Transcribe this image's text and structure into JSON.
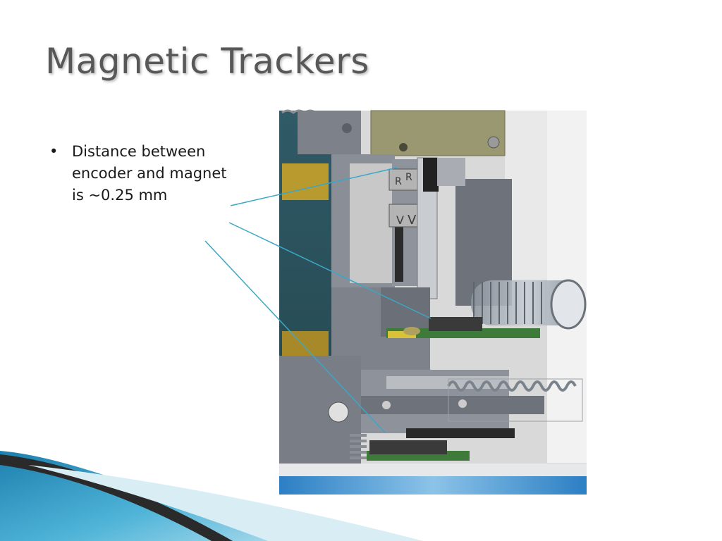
{
  "slide": {
    "title": "Magnetic Trackers",
    "bullets": [
      {
        "marker": "•",
        "text": "Distance between encoder and magnet is ~0.25 mm"
      }
    ]
  },
  "figure": {
    "description_icon": "cad-render-magnetic-encoder-assembly",
    "labels": [
      "R",
      "R",
      "V",
      "V"
    ]
  },
  "colors": {
    "title": "#585858",
    "callout_line": "#3ba7c6",
    "accent_blue": "#1e7fb0"
  }
}
